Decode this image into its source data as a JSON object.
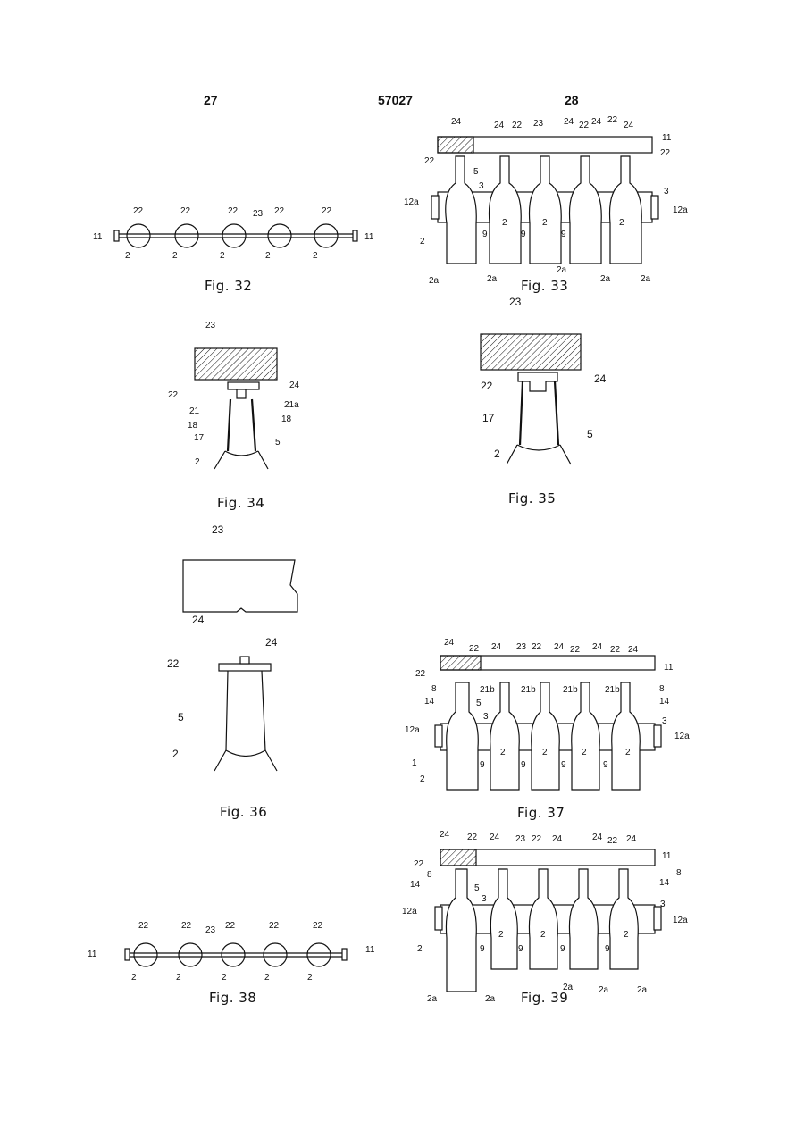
{
  "header": {
    "page_left": "27",
    "doc_number": "57027",
    "page_right": "28"
  },
  "captions": {
    "fig32": "Fig. 32",
    "fig33": "Fig. 33",
    "fig34": "Fig. 34",
    "fig35": "Fig. 35",
    "fig36": "Fig. 36",
    "fig37": "Fig. 37",
    "fig38": "Fig. 38",
    "fig39": "Fig. 39"
  },
  "ref_numerals": {
    "r2": "2",
    "r2a": "2a",
    "r3": "3",
    "r5": "5",
    "r8": "8",
    "r9": "9",
    "r11": "11",
    "r12a": "12a",
    "r14": "14",
    "r17": "17",
    "r18": "18",
    "r21": "21",
    "r21a": "21a",
    "r21b": "21b",
    "r22": "22",
    "r23": "23",
    "r24": "24",
    "r1": "1"
  }
}
